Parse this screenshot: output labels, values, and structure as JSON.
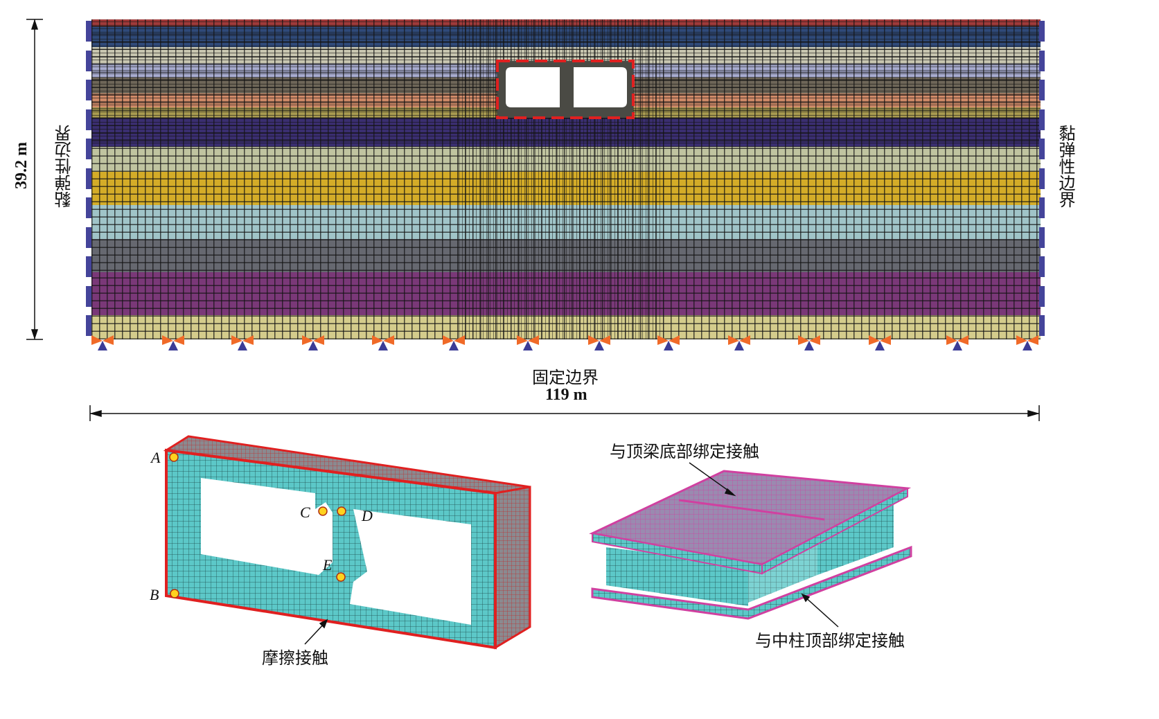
{
  "labels": {
    "left_boundary": "黏弹性边界",
    "right_boundary": "黏弹性边界",
    "height_dim": "39.2 m",
    "bottom_boundary": "固定边界",
    "width_dim": "119 m",
    "friction_contact": "摩擦接触",
    "top_tie": "与顶梁底部绑定接触",
    "bottom_tie": "与中柱顶部绑定接触",
    "points": [
      "A",
      "B",
      "C",
      "D",
      "E"
    ]
  },
  "soil_layer_colors": [
    "#a03a3a",
    "#2f4a7a",
    "#c8c6b0",
    "#a8acd0",
    "#6e6658",
    "#d08a68",
    "#a89a50",
    "#3a2e70",
    "#c0c4a0",
    "#d4ac28",
    "#a0c4c8",
    "#666870",
    "#7a3878",
    "#d4cc8c"
  ],
  "colors": {
    "contact_line": "#e02020",
    "structure": "#5cc8c8",
    "tie": "#d040a0",
    "support_orange": "#f06a28",
    "support_blue": "#3c3c96"
  }
}
